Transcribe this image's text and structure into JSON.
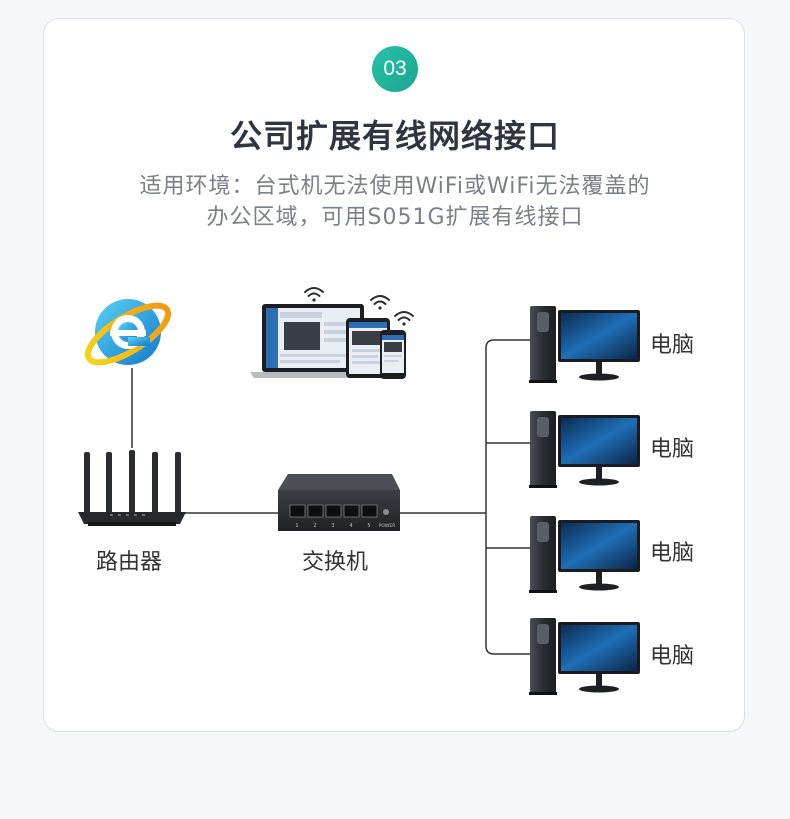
{
  "badge": "03",
  "title": "公司扩展有线网络接口",
  "subtitle_line1": "适用环境：台式机无法使用WiFi或WiFi无法覆盖的",
  "subtitle_line2": "办公区域，可用S051G扩展有线接口",
  "labels": {
    "router": "路由器",
    "switch": "交换机",
    "pc1": "电脑",
    "pc2": "电脑",
    "pc3": "电脑",
    "pc4": "电脑"
  },
  "switch_ports": [
    "1",
    "2",
    "3",
    "4",
    "5"
  ],
  "switch_power_label": "POWER",
  "colors": {
    "accent": "#1fb29a",
    "title": "#2f3440",
    "subtitle": "#7a7f88",
    "line": "#333333"
  },
  "icons": [
    "internet-explorer-icon",
    "wifi-icon",
    "router-icon",
    "switch-icon",
    "desktop-computer-icon",
    "laptop-icon",
    "tablet-icon",
    "phone-icon"
  ]
}
